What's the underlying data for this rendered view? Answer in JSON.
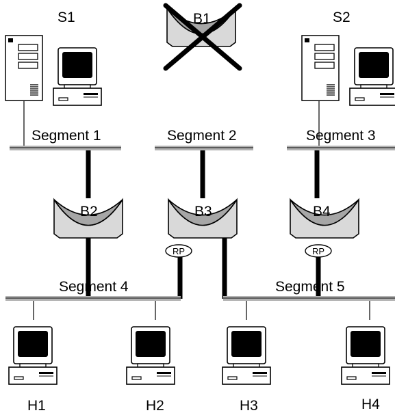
{
  "stations": {
    "s1": "S1",
    "s2": "S2"
  },
  "bridges": {
    "b1": "B1",
    "b2": "B2",
    "b3": "B3",
    "b4": "B4"
  },
  "segments": {
    "seg1": "Segment 1",
    "seg2": "Segment 2",
    "seg3": "Segment 3",
    "seg4": "Segment 4",
    "seg5": "Segment 5"
  },
  "root_port_label": "RP",
  "hosts": {
    "h1": "H1",
    "h2": "H2",
    "h3": "H3",
    "h4": "H4"
  },
  "colors": {
    "segment_bar": "#b3b3b3",
    "bridge_fill": "#d9d9d9",
    "bridge_cup": "#a6a6a6",
    "disabled_mark": "#000000"
  }
}
